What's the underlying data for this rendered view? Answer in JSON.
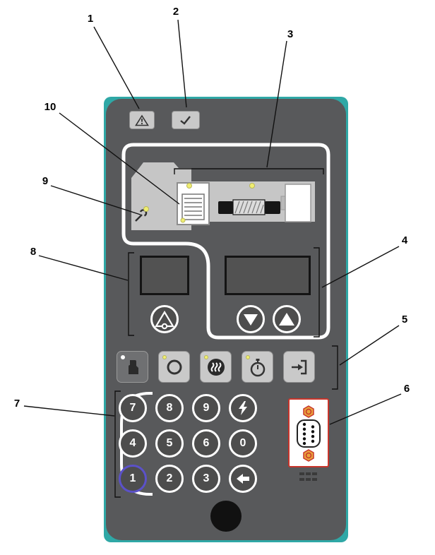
{
  "figure": {
    "type": "control-panel-diagram",
    "colors": {
      "panel": "#58595b",
      "accent_teal": "#2fa8a6",
      "button_light": "#c9c9c9",
      "button_dark": "#6f7072",
      "led_yellow": "#f0ee72",
      "led_white": "#ffffff",
      "display": "#525252",
      "key_ring": "#ffffff",
      "key_ring_highlight": "#5b51c9",
      "connector_outline": "#c8352b",
      "connector_nut": "#e8a33c"
    }
  },
  "callouts": {
    "n1": "1",
    "n2": "2",
    "n3": "3",
    "n4": "4",
    "n5": "5",
    "n6": "6",
    "n7": "7",
    "n8": "8",
    "n9": "9",
    "n10": "10"
  },
  "top_buttons": {
    "warning_icon": "warning-triangle-icon",
    "confirm_icon": "check-icon"
  },
  "schematic": {
    "service_icon": "wrench-icon",
    "filter_icon": "filter-grid-icon",
    "cable": "hose-with-braid",
    "coupling": "coupling-block",
    "led_count": 4
  },
  "function_row": [
    {
      "icon": "manual-mode-icon",
      "led": "white"
    },
    {
      "icon": "circle-icon",
      "led": "yellow"
    },
    {
      "icon": "heating-icon",
      "led": "yellow"
    },
    {
      "icon": "timer-icon",
      "led": "yellow"
    },
    {
      "icon": "transfer-icon",
      "led": "none"
    }
  ],
  "keypad": {
    "b7": "7",
    "b8": "8",
    "b9": "9",
    "b4": "4",
    "b5": "5",
    "b6": "6",
    "b1": "1",
    "b2": "2",
    "b3": "3",
    "b0": "0",
    "start_icon": "start-icon",
    "back_icon": "backspace-icon",
    "highlighted_key": "1"
  },
  "connector_panel": {
    "type": "db9-serial-port",
    "pins": 9,
    "network_icon": "network-port-icon"
  }
}
